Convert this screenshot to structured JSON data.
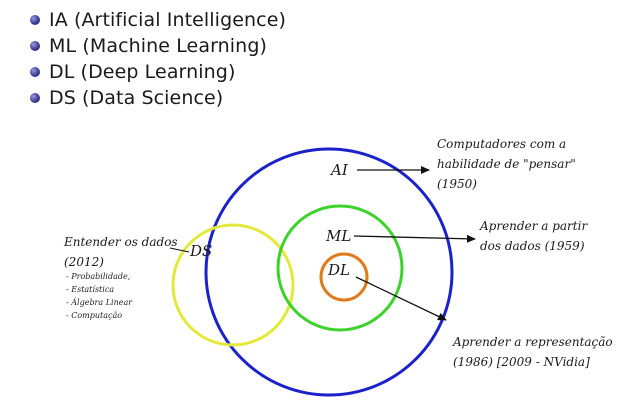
{
  "bullets": [
    {
      "text": "IA (Artificial Intelligence)"
    },
    {
      "text": "ML (Machine Learning)"
    },
    {
      "text": "DL (Deep Learning)"
    },
    {
      "text": "DS (Data Science)"
    }
  ],
  "diagram": {
    "circles": {
      "ai": {
        "label": "AI",
        "color": "#1c22c9"
      },
      "ml": {
        "label": "ML",
        "color": "#3bd32a"
      },
      "dl": {
        "label": "DL",
        "color": "#e07a1a"
      },
      "ds": {
        "label": "DS",
        "color": "#e4e83a"
      }
    },
    "notes": {
      "ai": {
        "line1": "Computadores com a",
        "line2": "habilidade de \"pensar\"",
        "line3": "(1950)"
      },
      "ml": {
        "line1": "Aprender a partir",
        "line2": "dos dados (1959)"
      },
      "dl": {
        "line1": "Aprender a representação",
        "line2": "(1986) [2009 - NVidia]"
      },
      "ds": {
        "line1": "Entender os dados",
        "line2": "(2012)"
      }
    },
    "ds_topics": [
      "- Probabilidade,",
      "- Estatística",
      "- Álgebra Linear",
      "- Computação"
    ]
  }
}
